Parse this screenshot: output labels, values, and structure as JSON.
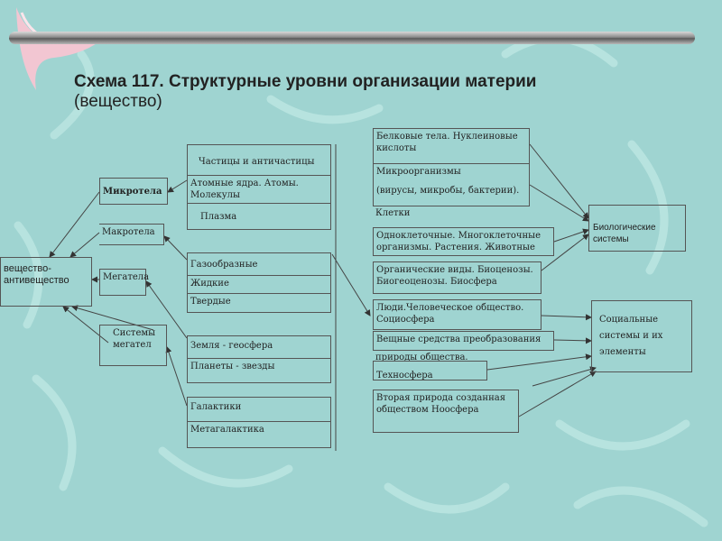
{
  "title": {
    "line1": "Схема 117. Структурные уровни организации материи",
    "line2": "(вещество)"
  },
  "left": {
    "root": "вещество-антивещество",
    "micro": "Микротела",
    "macro": "Макротела",
    "mega": "Мегатела",
    "systems_l1": "Системы",
    "systems_l2": "мегател"
  },
  "middle": {
    "particles": "Частицы и античастицы",
    "nuclei_l1": "Атомные ядра. Атомы.",
    "nuclei_l2": "Молекулы",
    "plasma": "Плазма",
    "gas": "Газообразные",
    "liquid": "Жидкие",
    "solid": "Твердые",
    "earth": "Земля - геосфера",
    "planets": "Планеты - звезды",
    "galaxies": "Галактики",
    "metagalaxy": "Метагалактика"
  },
  "right": {
    "protein_l1": "Белковые тела. Нуклеиновые",
    "protein_l2": "кислоты",
    "micro_org": "Микроорганизмы",
    "micro_org2": "(вирусы, микробы, бактерии).",
    "cells": "Клетки",
    "organisms_l1": "Одноклеточные. Многоклеточные",
    "organisms_l2": "организмы. Растения. Животные",
    "species_l1": "Органические виды. Биоценозы.",
    "species_l2": "Биогеоценозы. Биосфера",
    "people_l1": "Люди.Человеческое общество.",
    "people_l2": "Социосфера",
    "things_l1": "Вещные средства преобразования",
    "things_l2": "природы общества.",
    "techno": "Техносфера",
    "second_l1": "Вторая природа созданная",
    "second_l2": "обществом Ноосфера"
  },
  "far_right": {
    "bio_l1": "Биологические",
    "bio_l2": "системы",
    "social_l1": "Социальные",
    "social_l2": "системы и их",
    "social_l3": "элементы"
  }
}
